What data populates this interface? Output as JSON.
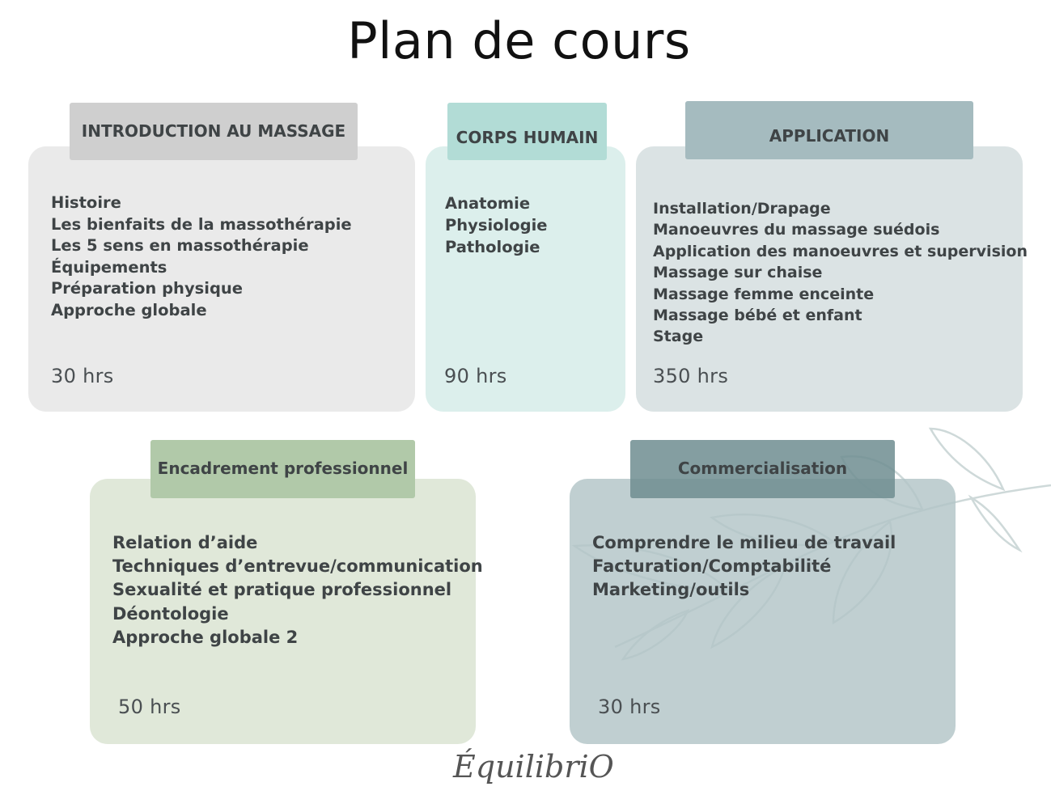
{
  "title": "Plan de cours",
  "colors": {
    "card_grey": "#eaeaea",
    "tab_grey": "#cfcfcf",
    "card_teal": "#dcefec",
    "tab_teal": "#b2dcd6",
    "card_slate": "#dbe3e4",
    "tab_slate": "#a5bbbf",
    "card_green": "#e0e8d9",
    "tab_green": "#b1c9a9",
    "card_blue": "#c2d0d2",
    "tab_blue": "#7c979a"
  },
  "modules": [
    {
      "heading": "INTRODUCTION AU MASSAGE",
      "items": [
        "Histoire",
        "Les bienfaits de la massothérapie",
        "Les 5 sens en massothérapie",
        "Équipements",
        "Préparation physique",
        "Approche globale"
      ],
      "hours": "30 hrs"
    },
    {
      "heading": "CORPS HUMAIN",
      "items": [
        "Anatomie",
        "Physiologie",
        "Pathologie"
      ],
      "hours": "90 hrs"
    },
    {
      "heading": "APPLICATION",
      "items": [
        "Installation/Drapage",
        "Manoeuvres du massage suédois",
        "Application des manoeuvres et supervision",
        "Massage sur chaise",
        "Massage femme enceinte",
        "Massage bébé et enfant",
        "Stage"
      ],
      "hours": "350 hrs"
    },
    {
      "heading": "Encadrement professionnel",
      "items": [
        "Relation d’aide",
        "Techniques d’entrevue/communication",
        "Sexualité et pratique professionnel",
        "Déontologie",
        "Approche globale 2"
      ],
      "hours": "50 hrs"
    },
    {
      "heading": "Commercialisation",
      "items": [
        "Comprendre le milieu de travail",
        "Facturation/Comptabilité",
        "Marketing/outils"
      ],
      "hours": "30 hrs"
    }
  ],
  "logo": {
    "text": "ÉquilibriO",
    "icon": "leaf-branch-icon"
  }
}
